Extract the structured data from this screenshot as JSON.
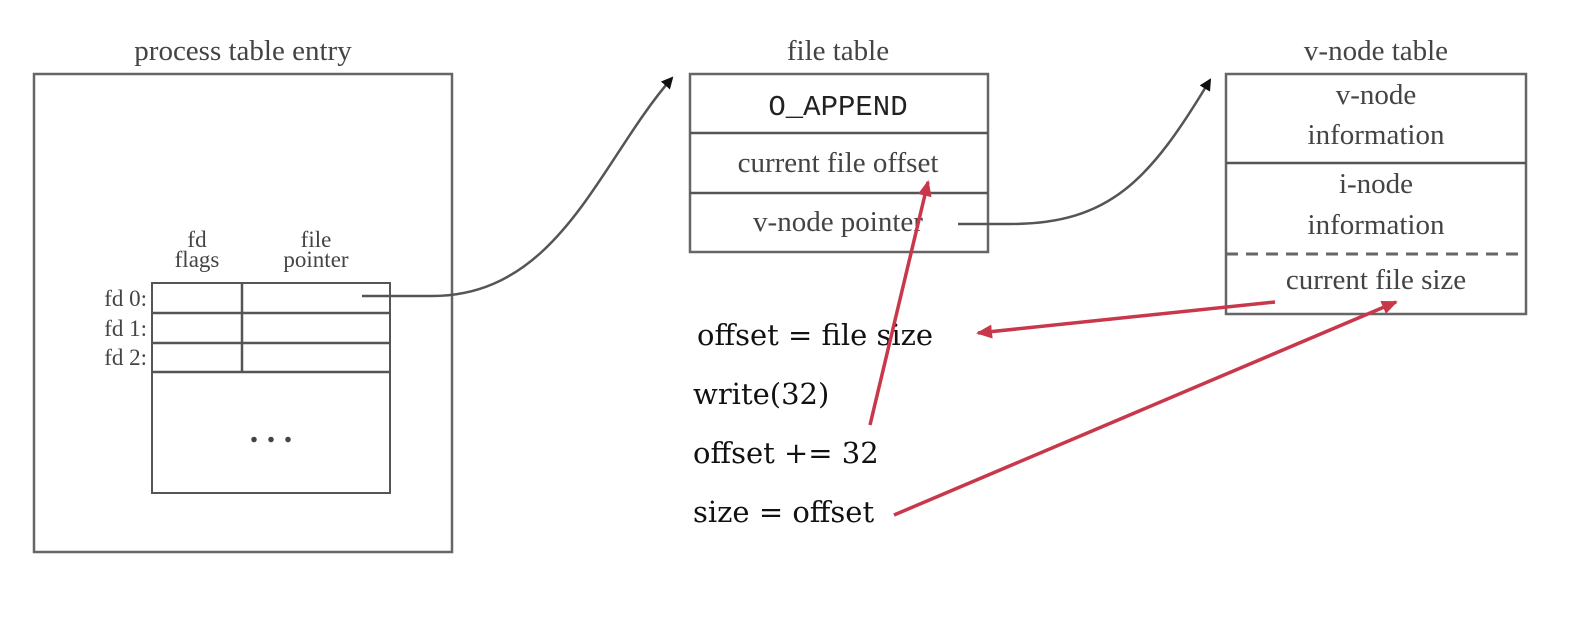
{
  "process_table": {
    "title": "process table entry",
    "col_flags": [
      "fd",
      "flags"
    ],
    "col_pointer": [
      "file",
      "pointer"
    ],
    "rows": [
      "fd 0:",
      "fd 1:",
      "fd 2:"
    ],
    "ellipsis": ". . ."
  },
  "file_table": {
    "title": "file table",
    "cells": [
      "O_APPEND",
      "current file offset",
      "v-node pointer"
    ]
  },
  "vnode_table": {
    "title": "v-node table",
    "vnode_info": [
      "v-node",
      "information"
    ],
    "inode_info": [
      "i-node",
      "information"
    ],
    "file_size": "current file size"
  },
  "annotations": [
    "offset = file size",
    "write(32)",
    "offset += 32",
    "size = offset"
  ],
  "colors": {
    "annotation_arrow": "#c8384a",
    "pointer_arrow": "#555555"
  }
}
